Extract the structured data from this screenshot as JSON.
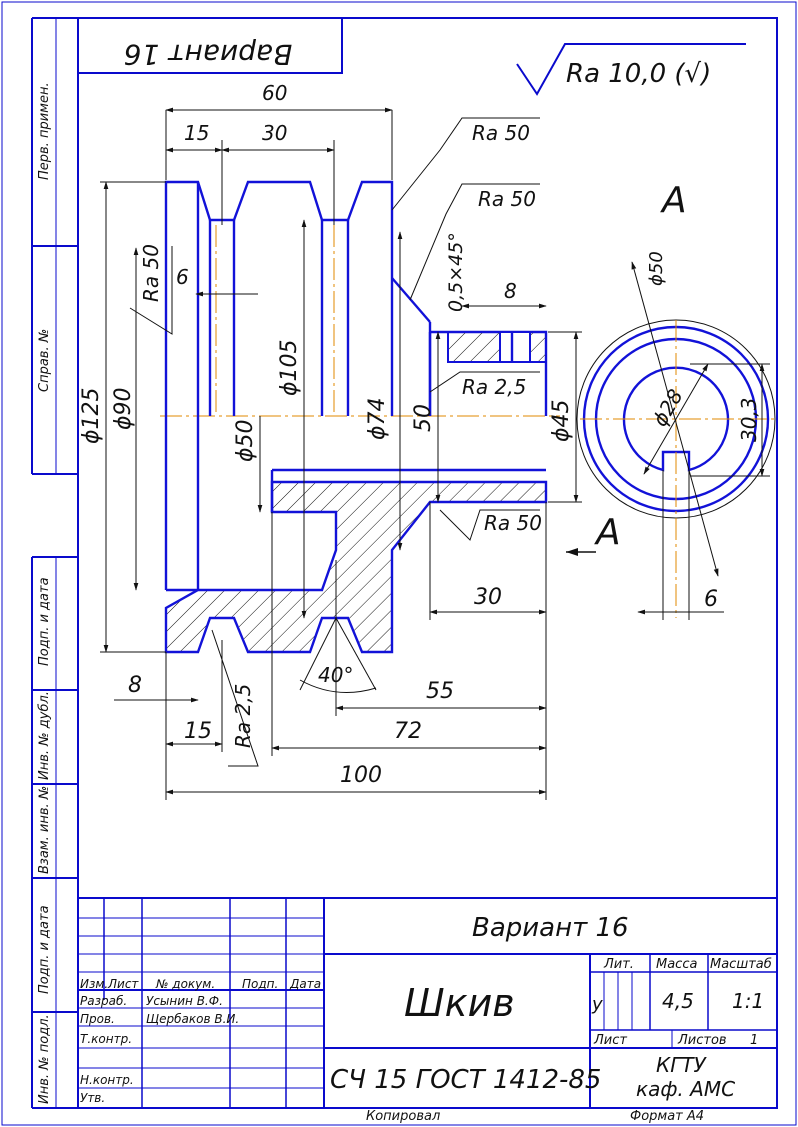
{
  "variant_label": "Вариант 16",
  "roughness_general": "Ra 10,0 (√)",
  "section_label": "А",
  "side_labels": {
    "perv_primen": "Перв. примен.",
    "sprav_no": "Справ. №",
    "podp_data_1": "Подп. и дата",
    "inv_dubl": "Инв. № дубл.",
    "vzam_inv": "Взам. инв. №",
    "podp_data_2": "Подп. и дата",
    "inv_podl": "Инв. № подл."
  },
  "roughness": {
    "r1": "Ra 50",
    "r2": "Ra 50",
    "r3": "Ra 50",
    "r4": "Ra 2,5",
    "r5": "Ra 50",
    "r6": "Ra 2,5"
  },
  "dimensions": {
    "d60": "60",
    "d15_top": "15",
    "d30_top": "30",
    "d6": "6",
    "d8_top": "8",
    "chamfer": "0,5×45°",
    "d125": "ϕ125",
    "d90": "ϕ90",
    "d105": "ϕ105",
    "d50": "ϕ50",
    "d74": "ϕ74",
    "d50_plain": "50",
    "d45": "ϕ45",
    "d30_right": "30",
    "d40deg": "40°",
    "d8_bottom": "8",
    "d55": "55",
    "d15_bottom": "15",
    "d72": "72",
    "d100": "100",
    "phi50_view": "ϕ50",
    "phi28": "ϕ28",
    "d30_3": "30,3",
    "d6_view": "6"
  },
  "title_block": {
    "variant": "Вариант 16",
    "part_name": "Шкив",
    "material": "СЧ 15 ГОСТ 1412-85",
    "headers": {
      "izm": "Изм.",
      "list": "Лист",
      "doc_no": "№ докум.",
      "podp": "Подп.",
      "data": "Дата",
      "lit": "Лит.",
      "massa": "Масса",
      "masshtab": "Масштаб",
      "list2": "Лист",
      "listov": "Листов"
    },
    "roles": {
      "razrab": "Разраб.",
      "prov": "Пров.",
      "tkontr": "Т.контр.",
      "nkontr": "Н.контр.",
      "utv": "Утв."
    },
    "names": {
      "razrab_name": "Усынин В.Ф.",
      "prov_name": "Щербаков В.И."
    },
    "lit_value": "у",
    "mass_value": "4,5",
    "scale_value": "1:1",
    "sheets_value": "1",
    "org1": "КГТУ",
    "org2": "каф. АМС"
  },
  "footer": {
    "copied": "Копировал",
    "format": "Формат    А4"
  }
}
